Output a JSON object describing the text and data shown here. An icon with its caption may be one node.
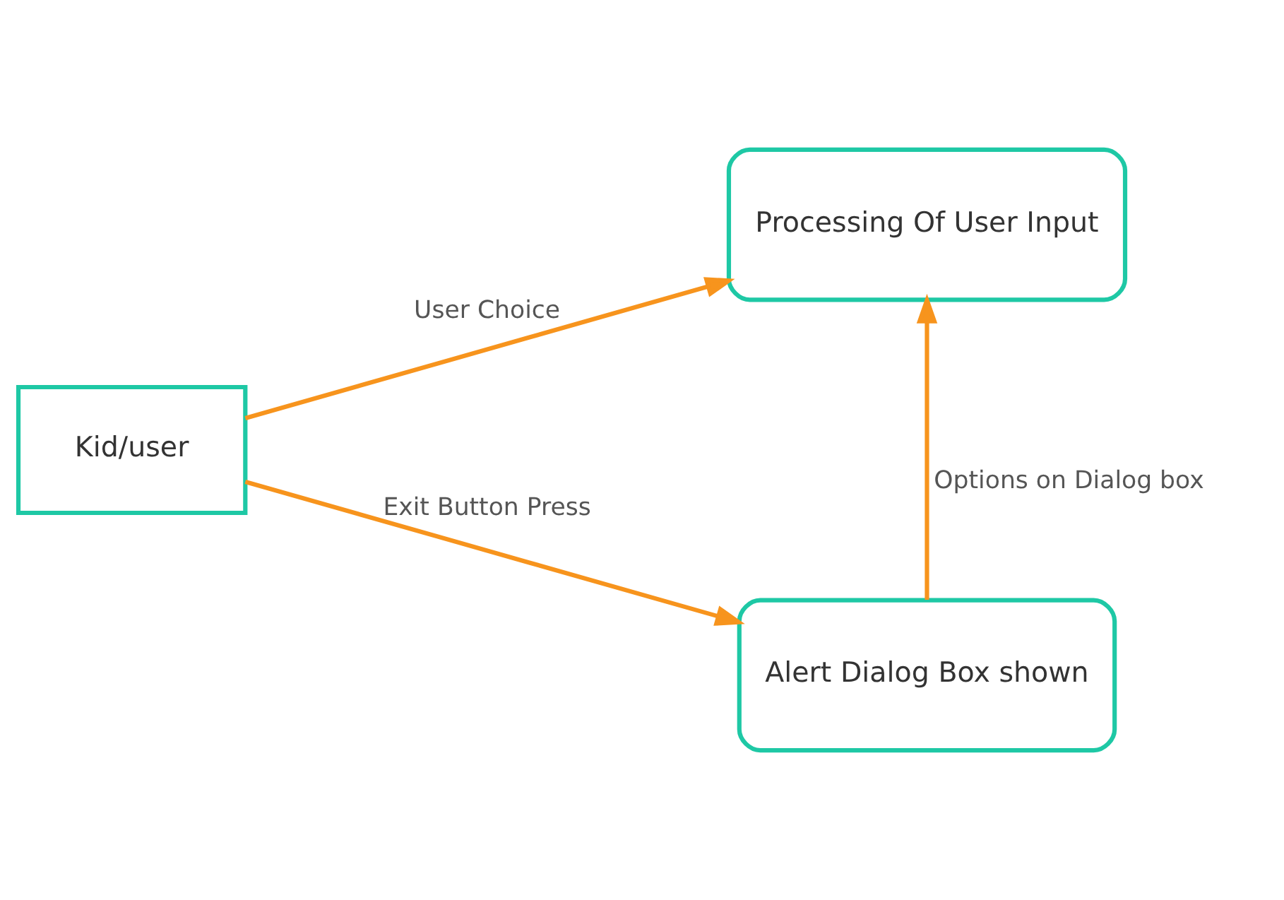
{
  "diagram": {
    "nodes": [
      {
        "text": [
          "Processing Of User Input"
        ]
      },
      {
        "text": [
          "Kid/user"
        ]
      },
      {
        "text": [
          "Alert Dialog Box shown"
        ]
      }
    ],
    "edges": [
      {
        "from": 1,
        "to": 0,
        "arrow": "to",
        "label": "User Choice"
      },
      {
        "from": 1,
        "to": 2,
        "arrow": "to",
        "label": "Exit Button Press"
      },
      {
        "from": 2,
        "to": 0,
        "arrow": "to",
        "label": "Options on Dialog box"
      }
    ]
  }
}
